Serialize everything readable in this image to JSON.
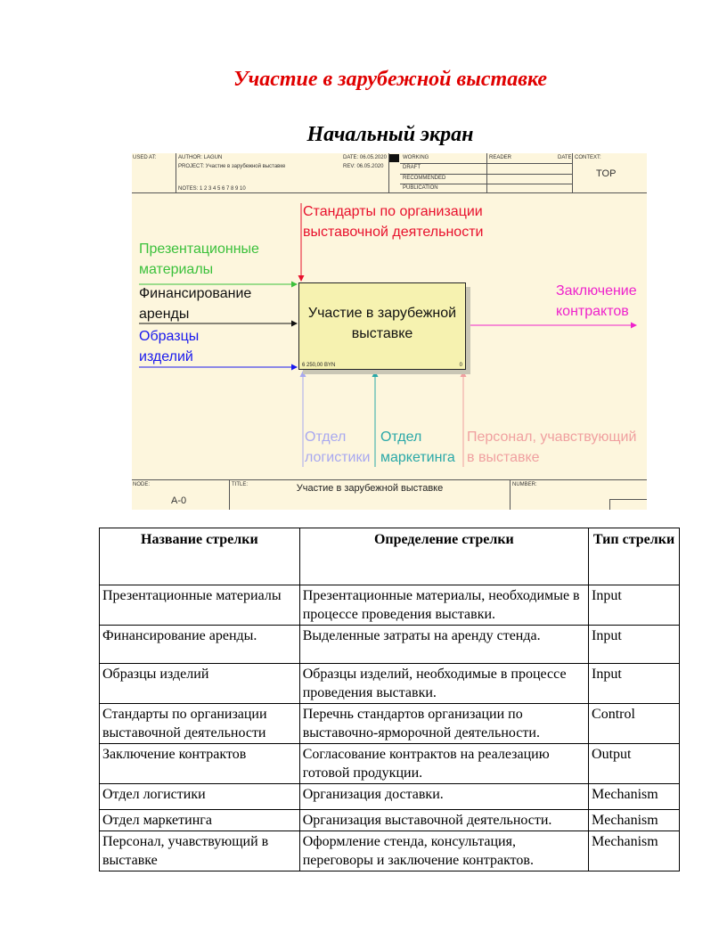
{
  "page": {
    "title": "Участие в зарубежной выставке",
    "subtitle": "Начальный экран"
  },
  "diagram": {
    "header": {
      "used_at": "USED AT:",
      "author": "AUTHOR:  LAGUN",
      "project": "PROJECT:  Участие в зарубежной выставке",
      "notes": "NOTES:  1  2  3  4  5  6  7  8  9  10",
      "date": "DATE:  06.05.2020",
      "rev": "REV:  06.05.2020",
      "working": "WORKING",
      "draft": "DRAFT",
      "recommended": "RECOMMENDED",
      "publication": "PUBLICATION",
      "reader": "READER",
      "date2": "DATE",
      "context": "CONTEXT:",
      "top": "TOP"
    },
    "box": {
      "title_line1": "Участие в зарубежной",
      "title_line2": "выставке",
      "cost": "6 250,00 BYN",
      "number": "0"
    },
    "arrows": {
      "control_1": "Стандарты по организации",
      "control_2": "выставочной деятельности",
      "input1_1": "Презентационные",
      "input1_2": "материалы",
      "input2_1": "Финансирование",
      "input2_2": "аренды",
      "input3_1": "Образцы",
      "input3_2": "изделий",
      "output_1": "Заключение",
      "output_2": "контрактов",
      "mech1_1": "Отдел",
      "mech1_2": "логистики",
      "mech2_1": "Отдел",
      "mech2_2": "маркетинга",
      "mech3_1": "Персонал, учавствующий",
      "mech3_2": "в выставке"
    },
    "footer": {
      "node_label": "NODE:",
      "node_value": "A-0",
      "title_label": "TITLE:",
      "title_value": "Участие в зарубежной  выставке",
      "number_label": "NUMBER:"
    },
    "colors": {
      "control": "#e8112d",
      "input1": "#3cc13c",
      "input2": "#111111",
      "input3": "#1a1aee",
      "output": "#ee22cc",
      "mech1": "#a8a8f0",
      "mech2": "#2aa8a8",
      "mech3": "#f0a0a0"
    }
  },
  "table": {
    "headers": [
      "Название стрелки",
      "Определение стрелки",
      "Тип стрелки"
    ],
    "rows": [
      {
        "name": "Презентационные материалы",
        "definition": "Презентационные материалы, необходимые в процессе проведения выставки.",
        "type": "Input"
      },
      {
        "name": "Финансирование аренды.",
        "definition": "Выделенные затраты на аренду стенда.",
        "type": "Input"
      },
      {
        "name": "Образцы изделий",
        "definition": "Образцы изделий, необходимые в процессе проведения выставки.",
        "type": "Input"
      },
      {
        "name": "Стандарты по организации выставочной деятельности",
        "definition": "Перечнь стандартов организации по выставочно-ярморочной деятельности.",
        "type": "Control"
      },
      {
        "name": "Заключение контрактов",
        "definition": "Согласование контрактов на реалезацию готовой продукции.",
        "type": "Output"
      },
      {
        "name": "Отдел логистики",
        "definition": "Организация доставки.",
        "type": "Mechanism"
      },
      {
        "name": "Отдел маркетинга",
        "definition": "Организация выставочной деятельности.",
        "type": "Mechanism"
      },
      {
        "name": "Персонал, учавствующий в выставке",
        "definition": "Оформление стенда, консультация, переговоры и заключение контрактов.",
        "type": "Mechanism"
      }
    ]
  }
}
